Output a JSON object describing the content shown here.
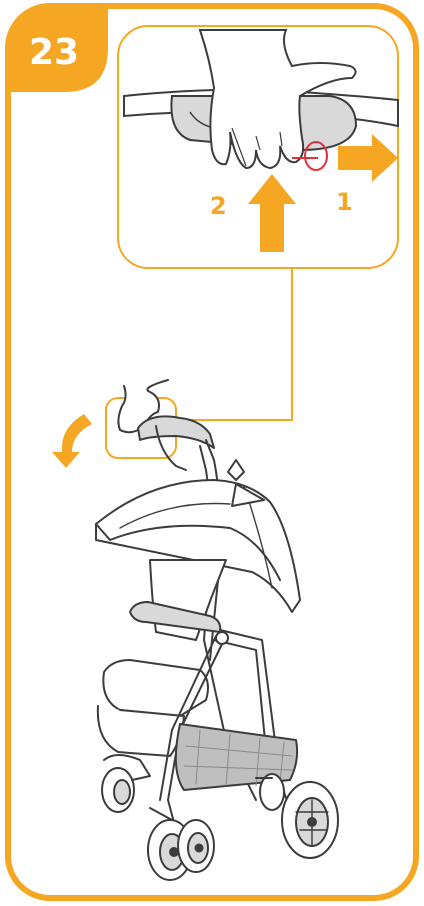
{
  "step": {
    "number": "23"
  },
  "callouts": {
    "first": "1",
    "second": "2"
  },
  "colors": {
    "accent": "#F5A623",
    "line": "#3C3C3C",
    "shade": "#D9D9D9",
    "fabric": "#BFBFBF",
    "release_ring": "#E0303A",
    "background": "#FFFFFF"
  },
  "icons": {
    "push_arrow": "arrow-right-icon",
    "lift_arrow": "arrow-up-icon",
    "fold_arrow": "curved-arrow-down-icon"
  }
}
